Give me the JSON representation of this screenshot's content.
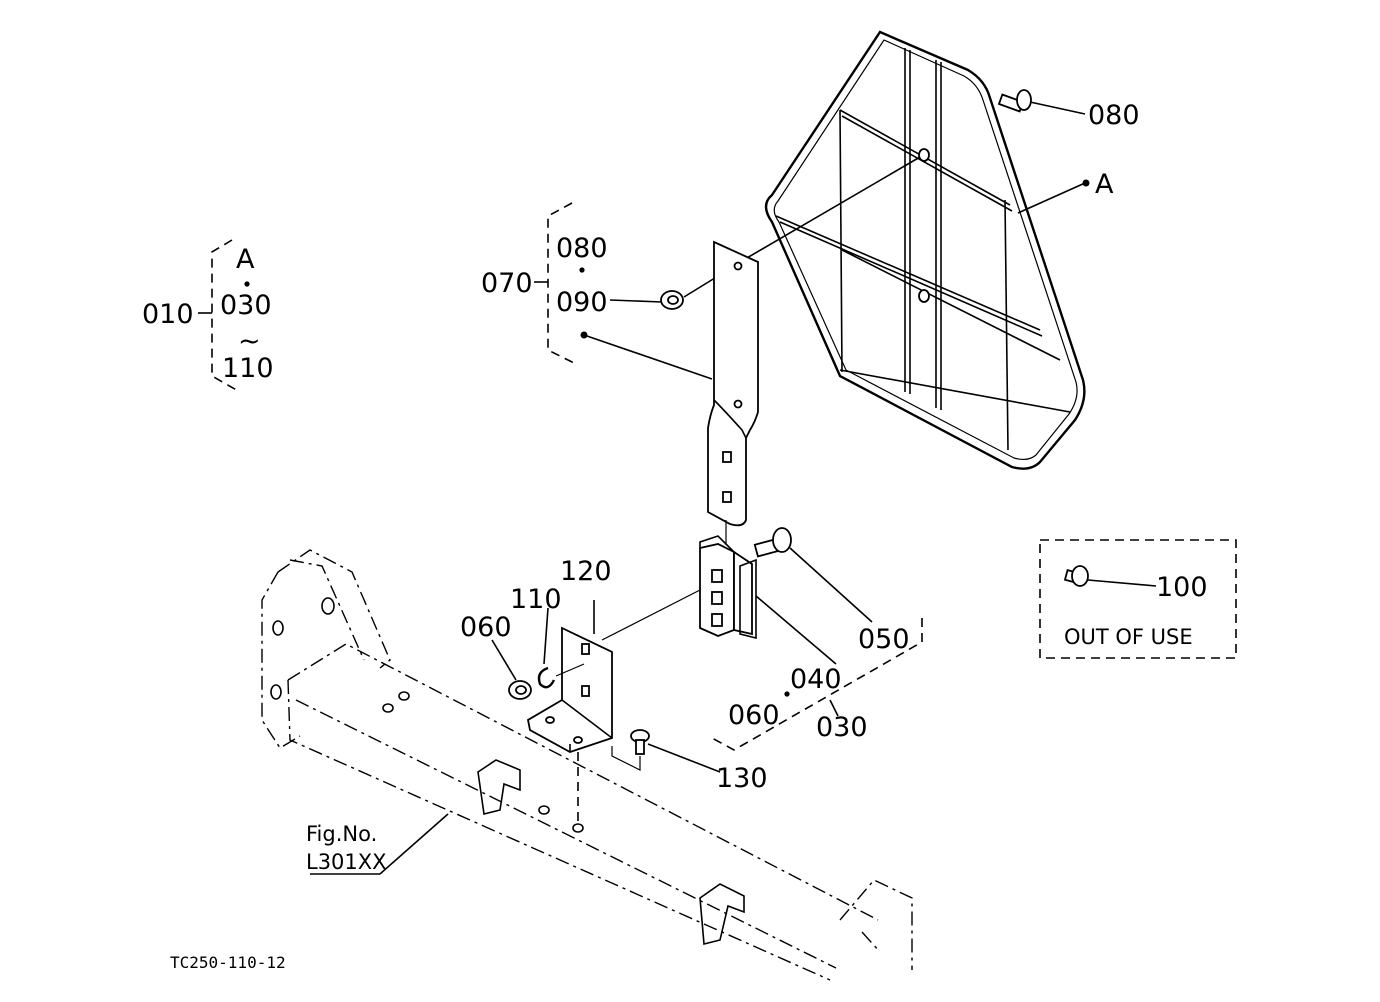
{
  "labels": {
    "ref_a_top": "A",
    "ref_080_top": "080",
    "group_010": {
      "main": "010",
      "a": "A",
      "start": "030",
      "tilde": "~",
      "end": "110"
    },
    "group_070": {
      "main": "070",
      "p1": "080",
      "p2": "090"
    },
    "p120": "120",
    "p110": "110",
    "p060_left": "060",
    "p050": "050",
    "p040": "040",
    "p060_bottom": "060",
    "p030": "030",
    "p130": "130",
    "p100": "100",
    "out_of_use": "OUT OF USE",
    "fig_no": "Fig.No.",
    "fig_code": "L301XX",
    "drawing_id": "TC250-110-12"
  }
}
